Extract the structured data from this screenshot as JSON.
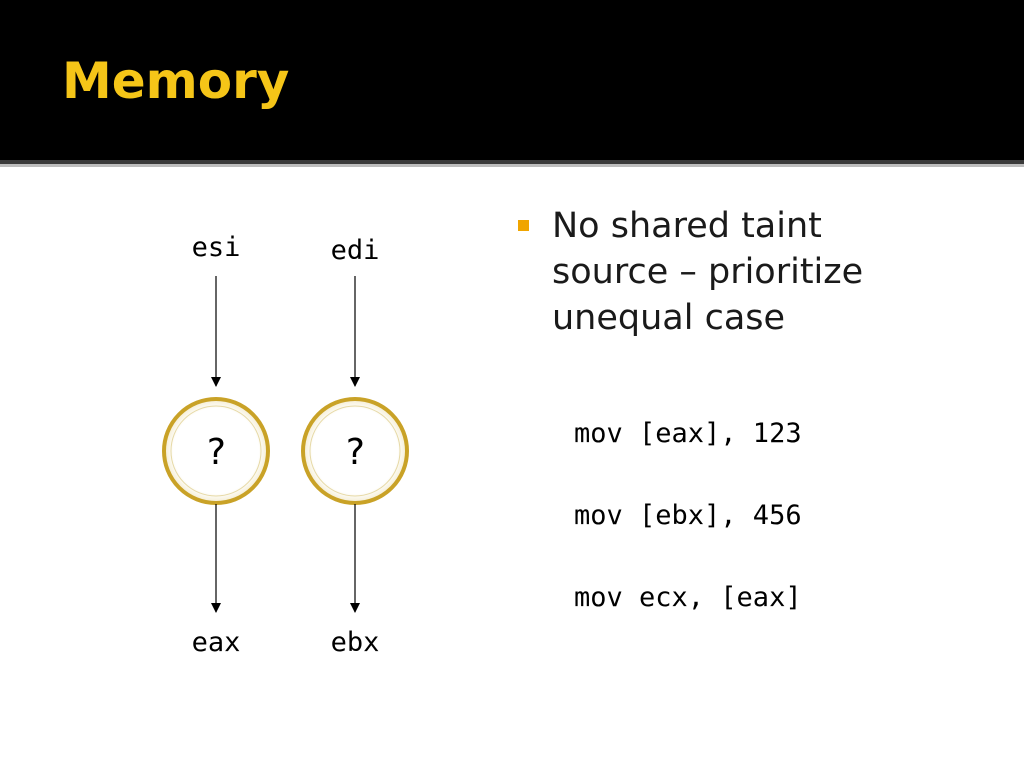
{
  "title": "Memory",
  "colors": {
    "title": "#f5c518",
    "bullet": "#f0a500",
    "node_ring": "#c9a227"
  },
  "diagram": {
    "inputs": [
      "esi",
      "edi"
    ],
    "nodes": [
      "?",
      "?"
    ],
    "outputs": [
      "eax",
      "ebx"
    ]
  },
  "bullet": {
    "lines": [
      "No shared taint",
      "source – prioritize",
      "unequal case"
    ]
  },
  "code": [
    "mov [eax], 123",
    "mov [ebx], 456",
    "mov ecx, [eax]"
  ]
}
